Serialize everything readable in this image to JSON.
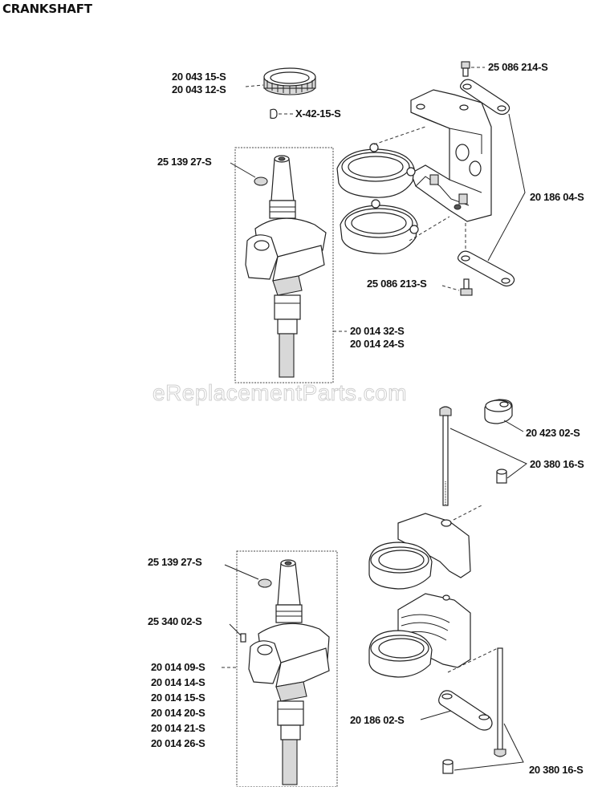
{
  "page": {
    "title": "CRANKSHAFT",
    "watermark": "eReplacementParts.com"
  },
  "upper_assembly": {
    "gear": {
      "part_numbers": [
        "20 043 15-S",
        "20 043 12-S"
      ]
    },
    "key": {
      "part_number": "X-42-15-S"
    },
    "seal": {
      "part_number": "25 139 27-S"
    },
    "crankshaft": {
      "part_numbers": [
        "20 014 32-S",
        "20 014 24-S"
      ]
    },
    "top_screw": {
      "part_number": "25 086 214-S"
    },
    "balance_links": {
      "part_number": "20 186 04-S"
    },
    "bottom_screw": {
      "part_number": "25 086 213-S"
    }
  },
  "lower_assembly": {
    "seal": {
      "part_number": "25 139 27-S"
    },
    "key": {
      "part_number": "25 340 02-S"
    },
    "crankshaft": {
      "part_numbers": [
        "20 014 09-S",
        "20 014 14-S",
        "20 014 15-S",
        "20 014 20-S",
        "20 014 21-S",
        "20 014 26-S"
      ]
    },
    "spacer": {
      "part_number": "20 423 02-S"
    },
    "bolt_upper": {
      "part_number": "20 380 16-S"
    },
    "link": {
      "part_number": "20 186 02-S"
    },
    "bolt_lower": {
      "part_number": "20 380 16-S"
    }
  }
}
